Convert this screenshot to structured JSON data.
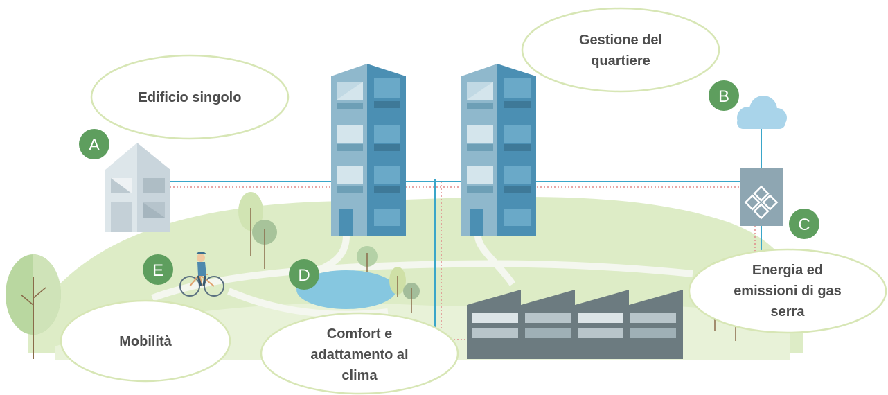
{
  "labels": {
    "edificio": "Edificio singolo",
    "gestione": [
      "Gestione del",
      "quartiere"
    ],
    "energia": [
      "Energia ed",
      "emissioni di gas",
      "serra"
    ],
    "mobilita": "Mobilità",
    "comfort": [
      "Comfort e",
      "adattamento al",
      "clima"
    ]
  },
  "badges": {
    "a": "A",
    "b": "B",
    "c": "C",
    "d": "D",
    "e": "E"
  },
  "colors": {
    "badge_green": "#5e9e5e",
    "bubble_stroke": "#d7e6b5",
    "ground": "#ddecc6",
    "building_light": "#8fb8cc",
    "building_dark": "#4b8fb3",
    "factory": "#6c7b80",
    "pond": "#86c7e0",
    "line_blue": "#3aa6c9",
    "line_red": "#e08a8a"
  }
}
